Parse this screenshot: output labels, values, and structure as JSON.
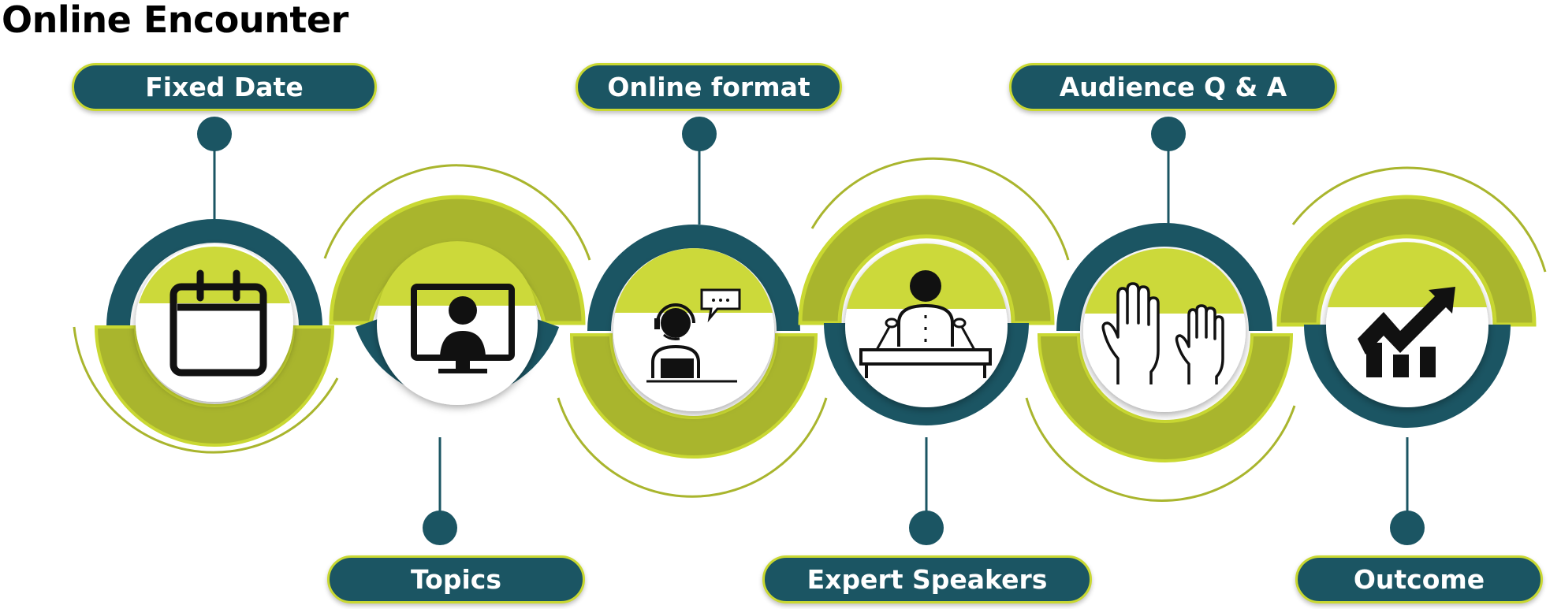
{
  "title": "Online Encounter",
  "steps": [
    {
      "label": "Fixed Date",
      "icon": "calendar-icon"
    },
    {
      "label": "Topics",
      "icon": "video-call-icon"
    },
    {
      "label": "Online format",
      "icon": "headset-operator-icon"
    },
    {
      "label": "Expert Speakers",
      "icon": "speaker-podium-icon"
    },
    {
      "label": "Audience Q & A",
      "icon": "raised-hands-icon"
    },
    {
      "label": "Outcome",
      "icon": "growth-chart-icon"
    }
  ],
  "colors": {
    "teal": "#1b5563",
    "lime": "#c9d832",
    "olive": "#a9b52d",
    "icon": "#111111"
  }
}
